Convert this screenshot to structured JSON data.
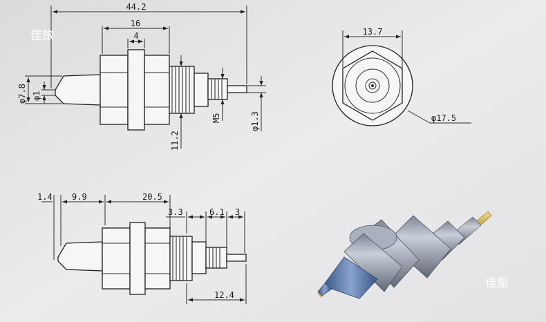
{
  "watermark": "佳旅",
  "views": {
    "top_side": {
      "overall_length": "44.2",
      "body_length": "16",
      "flange_width": "4",
      "tip_diameter": "φ7.8",
      "tip_pin": "φ1",
      "thread_major": "11.2",
      "thread_minor": "M5",
      "pin_diameter": "φ1.3"
    },
    "end": {
      "hex_flats": "13.7",
      "flange_diameter": "φ17.5"
    },
    "bottom_side": {
      "seg_a": "1.4",
      "seg_b": "9.9",
      "seg_c": "20.5",
      "seg_d": "3.3",
      "seg_e": "6.1",
      "seg_f": "3",
      "stud_length": "12.4"
    }
  },
  "colors": {
    "background": "#e8e6e8",
    "line": "#2b2b2b",
    "part_steel": "#9aa3b0",
    "part_blue": "#5c7aa8",
    "pin_gold": "#d4b24a"
  }
}
